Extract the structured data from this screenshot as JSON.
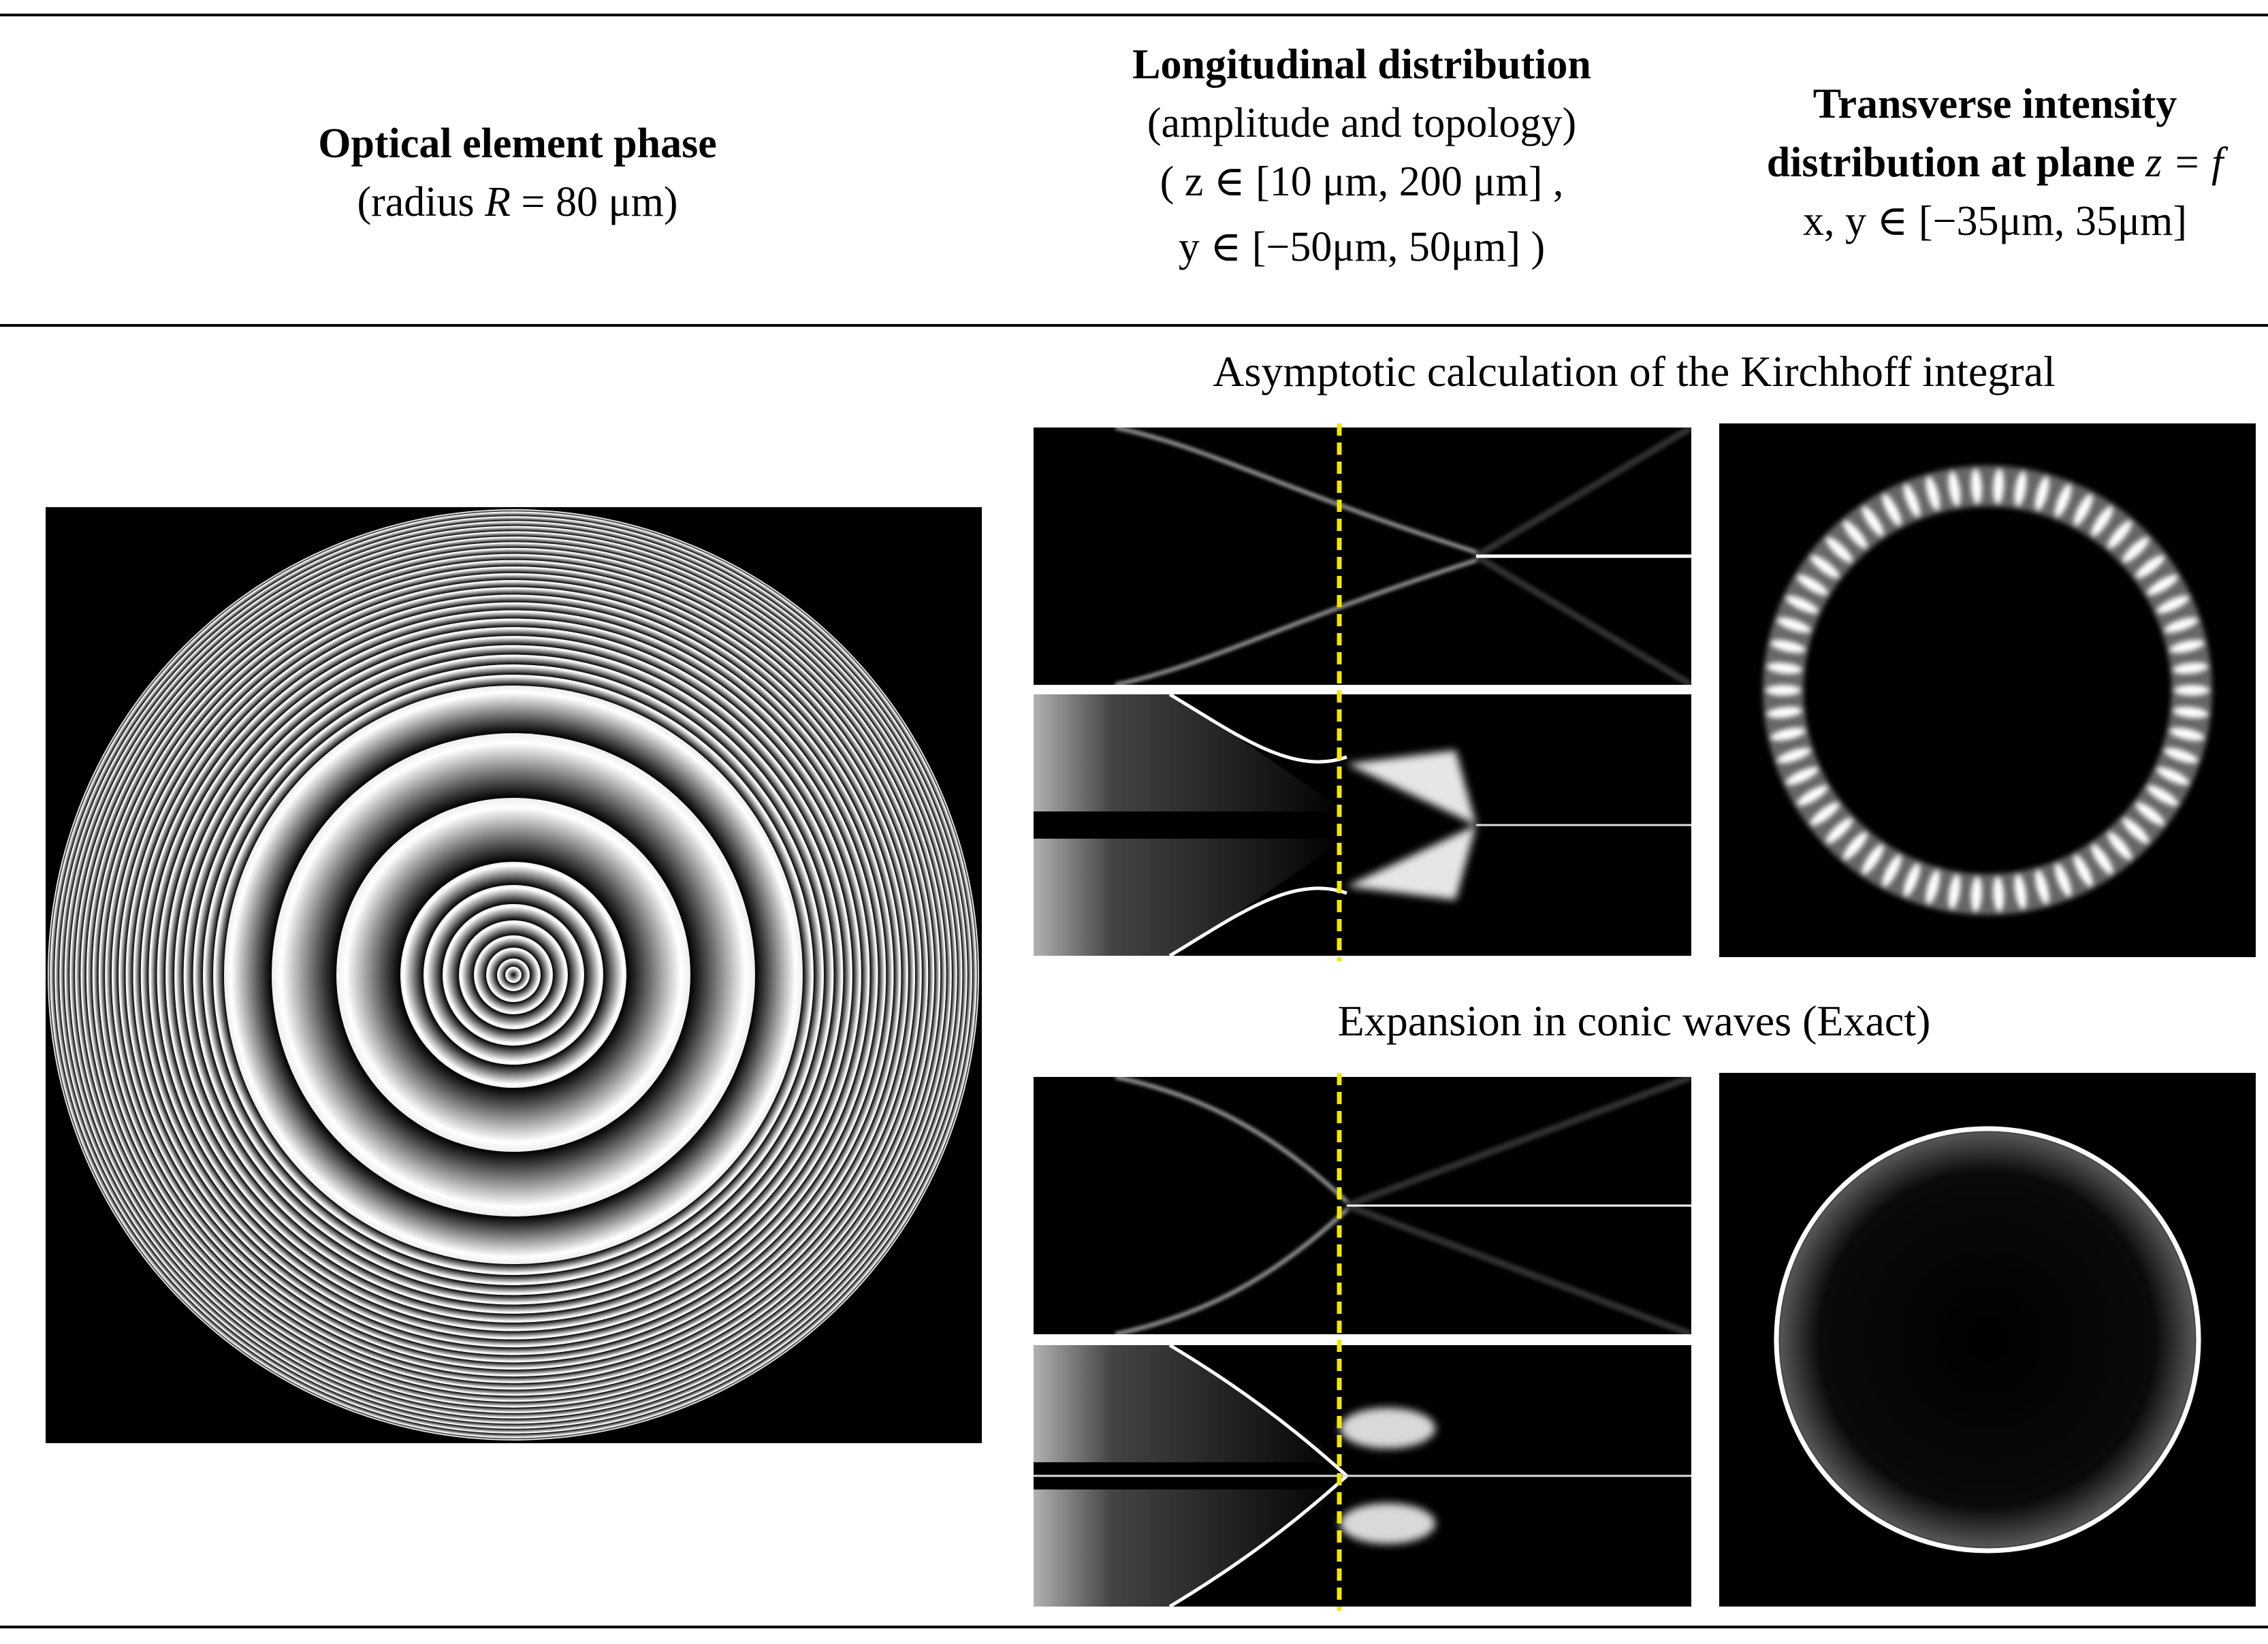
{
  "table": {
    "header": {
      "col1": {
        "title": "Optical element phase",
        "sub_prefix": "(radius ",
        "sub_var": "R",
        "sub_suffix": " = 80 μm)"
      },
      "col2": {
        "title": "Longitudinal distribution",
        "sub1": "(amplitude and topology)",
        "range_z": "( z ∈ [10 μm, 200 μm] ,",
        "range_y": "y ∈ [−50μm, 50μm] )"
      },
      "col3": {
        "title_line1": "Transverse intensity",
        "title_line2": "distribution at plane",
        "title_var": " z = f",
        "range_xy": "x, y ∈ [−35μm, 35μm]"
      }
    },
    "rows": [
      {
        "label": "Asymptotic calculation of the Kirchhoff integral"
      },
      {
        "label": "Expansion in conic waves (Exact)"
      }
    ]
  },
  "colors": {
    "marker_line": "#f2e600",
    "background": "#000000",
    "rule": "#000000"
  },
  "icons": []
}
